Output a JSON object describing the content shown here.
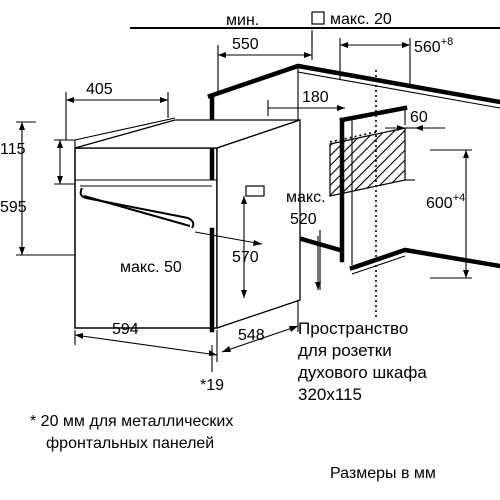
{
  "dimensions": {
    "min_label": "мин.",
    "min_550": "550",
    "max20_label": "макс. 20",
    "d560": "560",
    "d560_sup": "+8",
    "d405": "405",
    "d180": "180",
    "d60": "60",
    "d115": "115",
    "d595": "595",
    "max520_label": "макс.",
    "d520": "520",
    "d600": "600",
    "d600_sup": "+4",
    "max50": "макс. 50",
    "d570": "570",
    "d594": "594",
    "d548": "548",
    "d19": "*19"
  },
  "socket_text": [
    "Пространство",
    "для розетки",
    "духового шкафа",
    "320x115"
  ],
  "footnote": [
    "* 20 мм для металлических",
    "фронтальных панелей"
  ],
  "units_text": "Размеры в мм"
}
